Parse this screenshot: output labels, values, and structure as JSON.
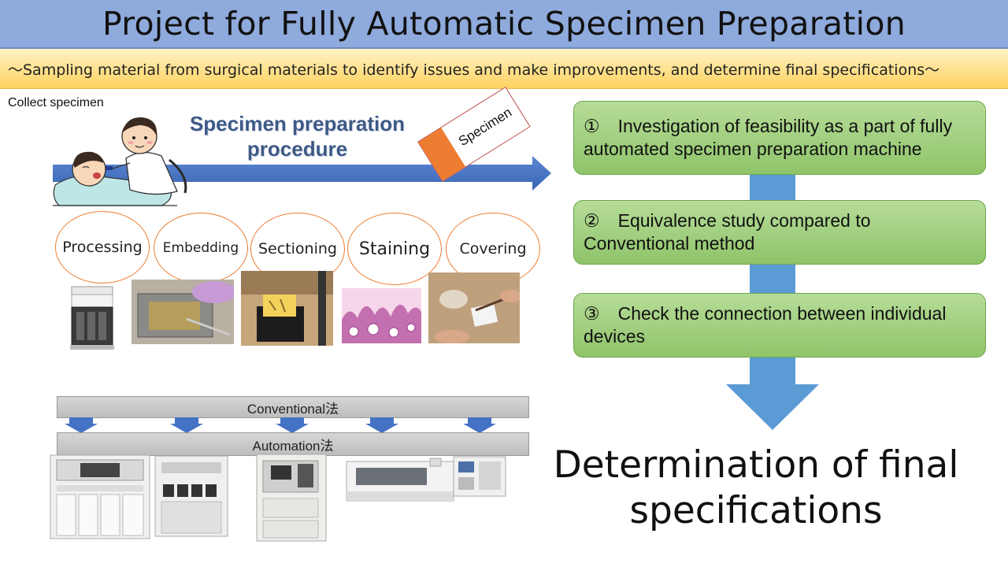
{
  "header": {
    "title": "Project for Fully Automatic Specimen Preparation",
    "subtitle": "～Sampling material from surgical materials to identify issues and make improvements, and determine final specifications～"
  },
  "left": {
    "collect_label": "Collect specimen",
    "procedure_title": "Specimen preparation procedure",
    "specimen_label": "Specimen",
    "steps": [
      "Processing",
      "Embedding",
      "Sectioning",
      "Staining",
      "Covering"
    ],
    "conventional_label": "Conventional法",
    "automation_label": "Automation法"
  },
  "right": {
    "items": [
      "①　Investigation of feasibility as a part of fully automated specimen preparation machine",
      "②　Equivalence study compared to Conventional method",
      "③　Check the connection between individual devices"
    ],
    "final": "Determination of final specifications"
  },
  "colors": {
    "title_bg": "#8faadc",
    "subtitle_bg": "#ffd260",
    "step_green": "#a9d18e",
    "arrow_blue": "#4472c4",
    "right_arrow_blue": "#5b9bd5",
    "ellipse_border": "#ed7d31",
    "specimen_orange": "#ed7d31"
  }
}
